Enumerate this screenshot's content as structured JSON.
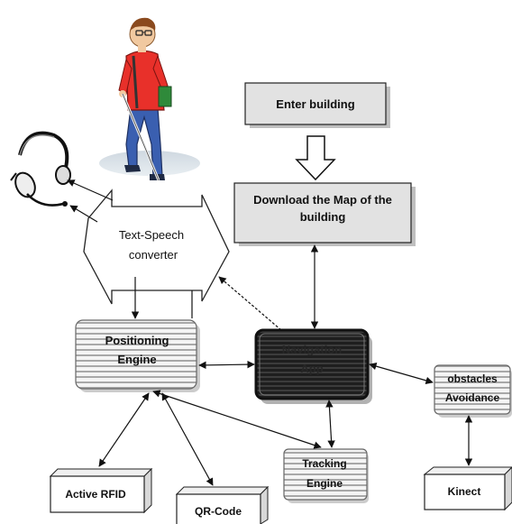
{
  "nodes": {
    "enter_building": "Enter building",
    "download_map_line1": "Download the Map of the",
    "download_map_line2": "building",
    "text_speech_line1": "Text-Speech",
    "text_speech_line2": "converter",
    "positioning_line1": "Positioning",
    "positioning_line2": "Engine",
    "navigation_line1": "Navigation",
    "navigation_line2": "App",
    "obstacles_line1": "obstacles",
    "obstacles_line2": "Avoidance",
    "tracking_line1": "Tracking",
    "tracking_line2": "Engine",
    "active_rfid": "Active RFID",
    "qr_code": "QR-Code",
    "kinect": "Kinect"
  },
  "colors": {
    "gray_box": "#e2e2e2",
    "dark_box": "#2b2b2b",
    "stripe_light": "#f4f4f4",
    "stripe_dark": "#9a9a9a",
    "shirt": "#e8302a",
    "pants": "#3a5fb0",
    "book": "#2f8a3a"
  },
  "icons": [
    "headset-icon",
    "blind-person-figure"
  ]
}
